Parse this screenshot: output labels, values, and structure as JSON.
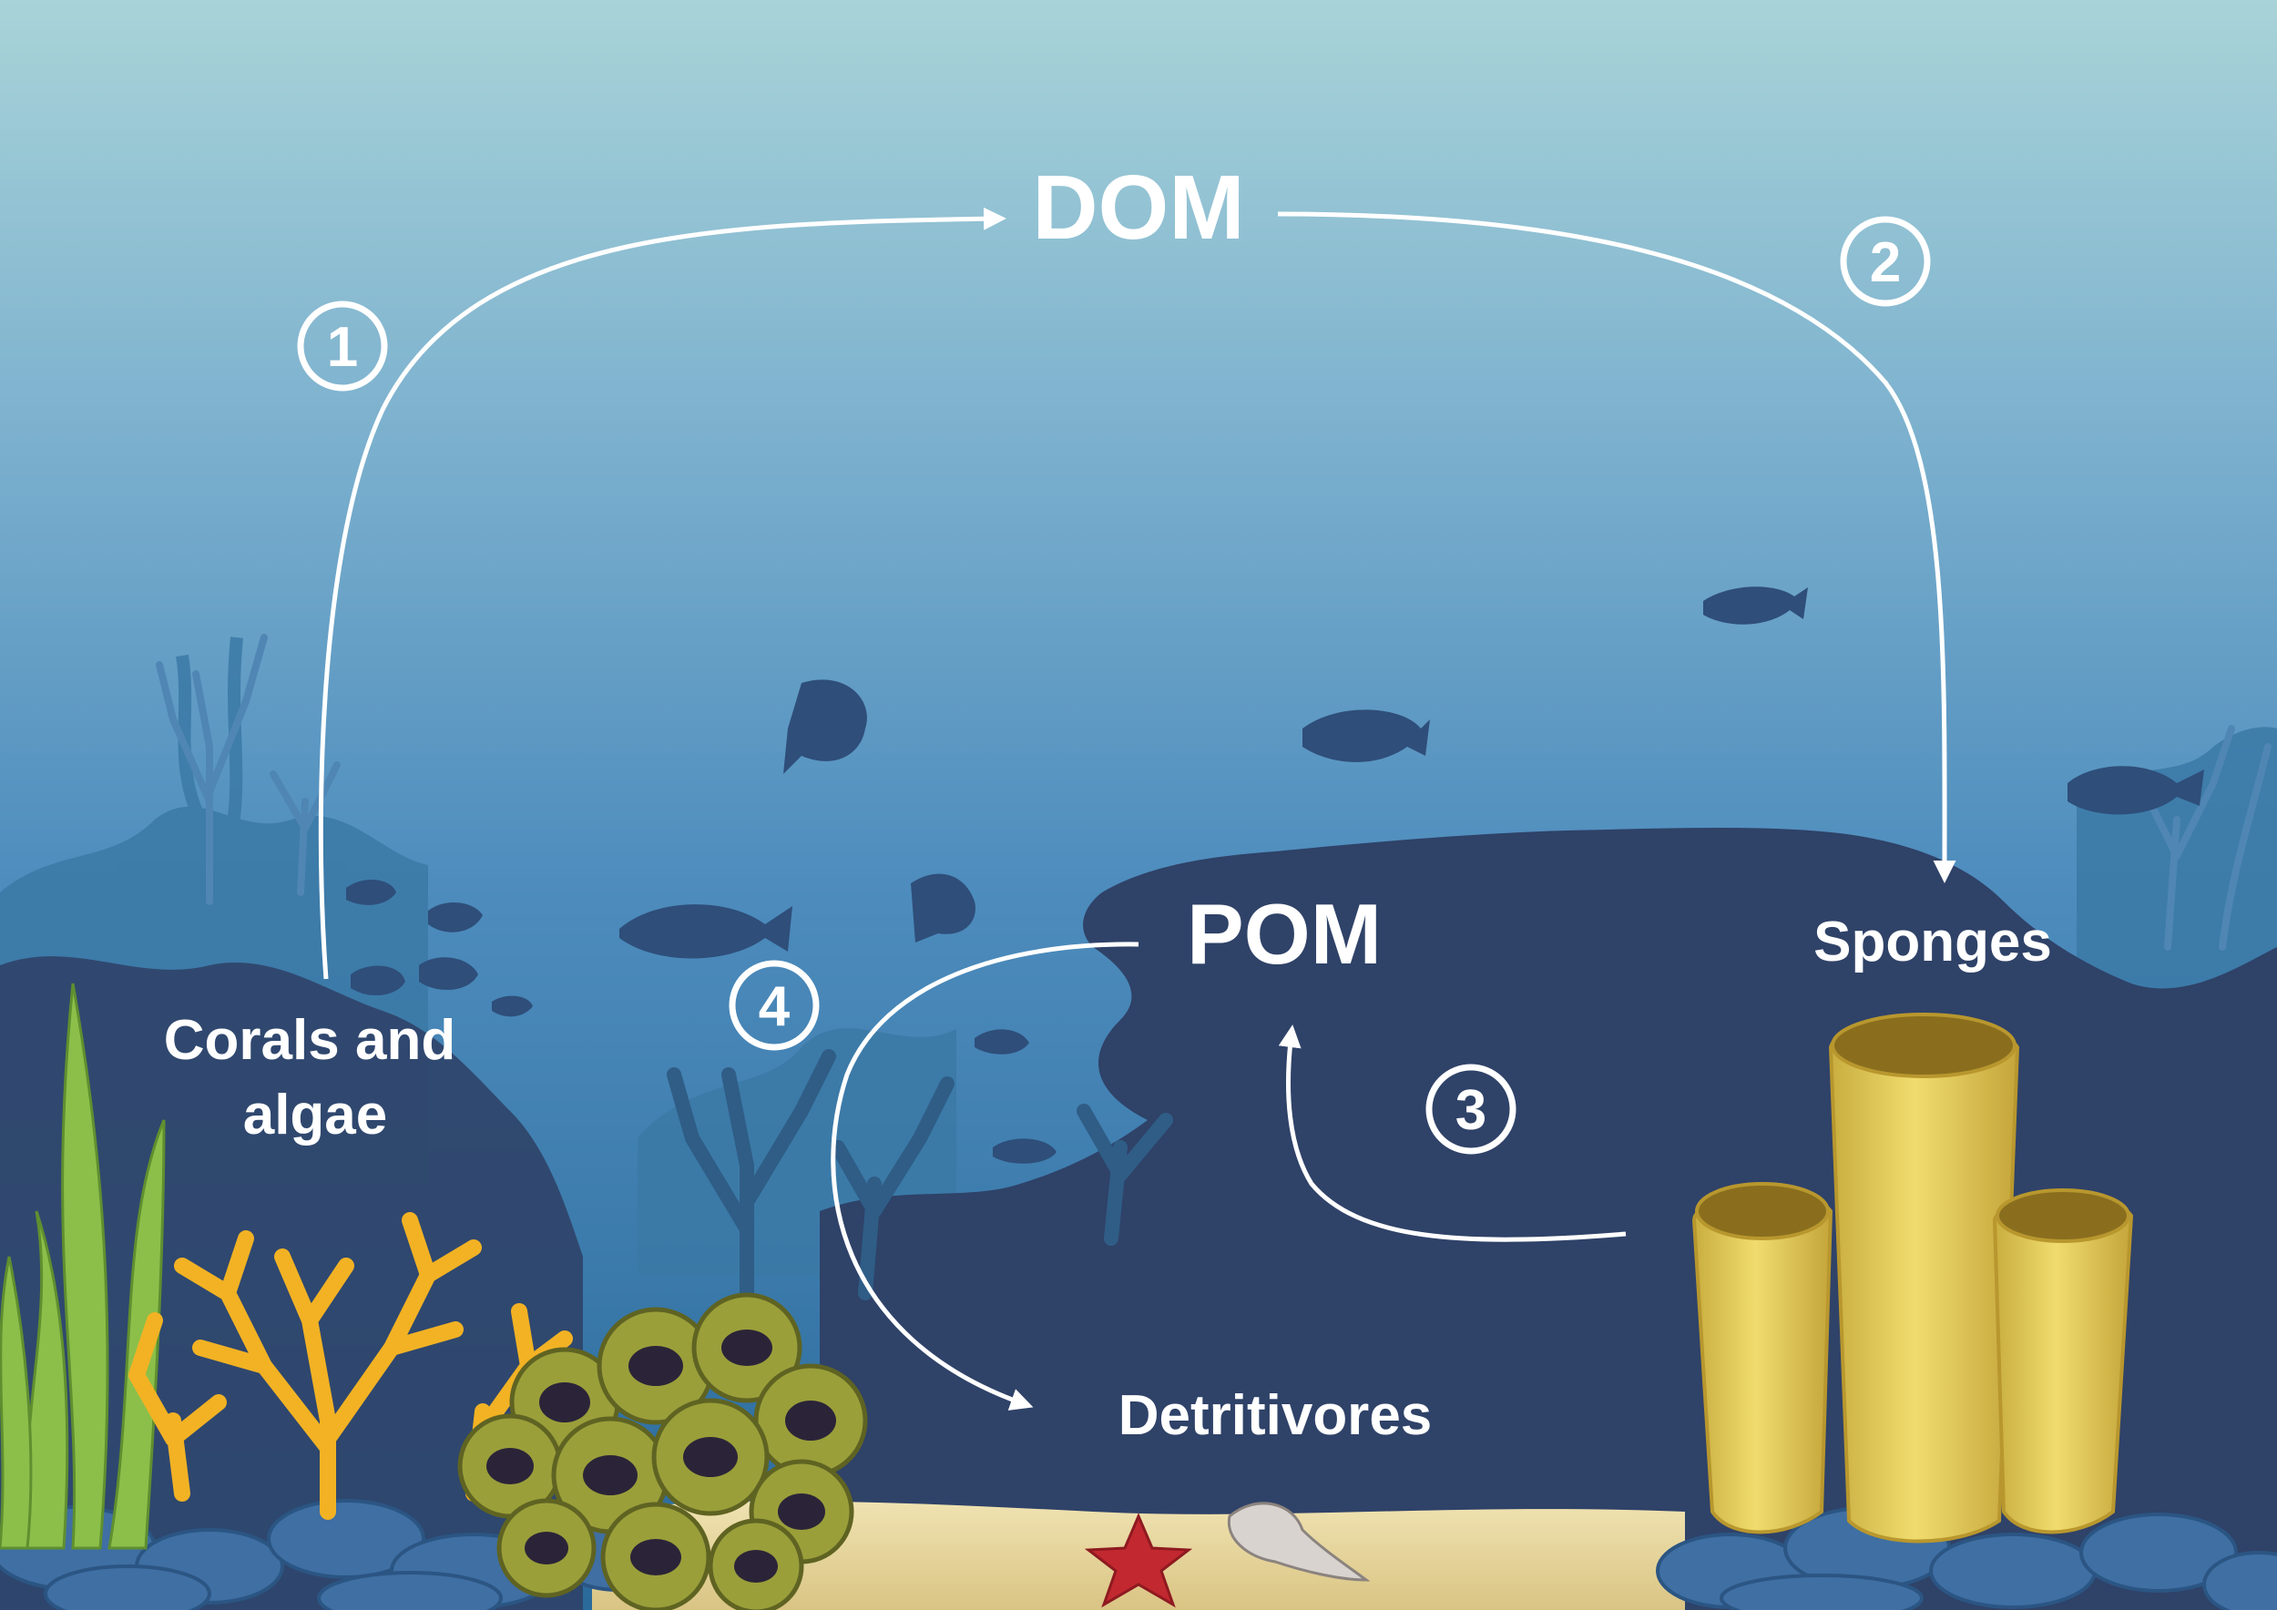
{
  "diagram": {
    "nodes": {
      "dom": "DOM",
      "pom": "POM",
      "sponges": "Sponges",
      "corals_line1": "Corals and",
      "corals_line2": "algae",
      "detritivores": "Detritivores"
    },
    "steps": [
      "1",
      "2",
      "3",
      "4"
    ],
    "flows": [
      {
        "step": "1",
        "from": "Corals and algae",
        "to": "DOM"
      },
      {
        "step": "2",
        "from": "DOM",
        "to": "Sponges"
      },
      {
        "step": "3",
        "from": "Sponges",
        "to": "POM"
      },
      {
        "step": "4",
        "from": "POM",
        "to": "Detritivores"
      }
    ]
  },
  "colors": {
    "water_top": "#a9d2d8",
    "water_mid": "#5b9ac4",
    "water_deep": "#2e6e9e",
    "reef_dark": "#2f4268",
    "reef_mid": "#3a6f97",
    "sand": "#e8d9a2",
    "sponge": "#e6cf5c",
    "coral_yellow": "#f4b324",
    "kelp": "#8bc04a",
    "arrow": "#ffffff"
  }
}
